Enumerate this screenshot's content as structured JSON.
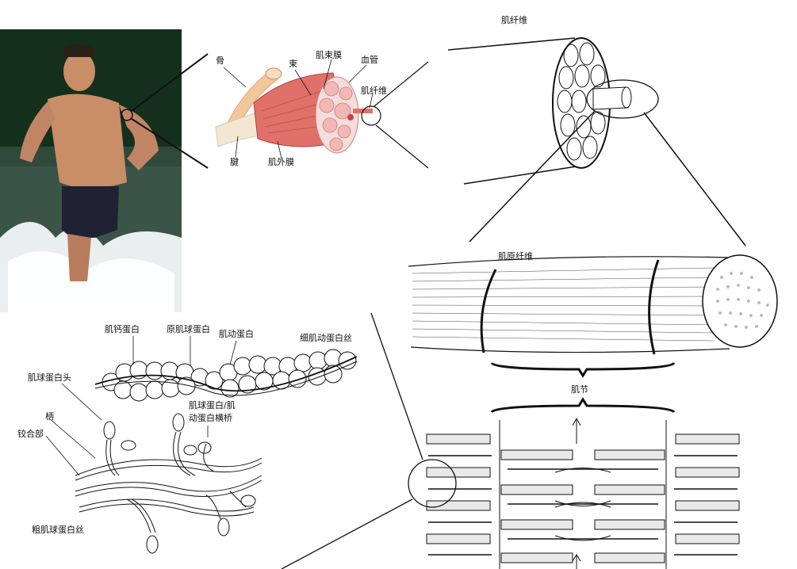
{
  "labels": {
    "bone": "骨",
    "fascicle": "束",
    "perimysium": "肌束膜",
    "blood_vessel": "血管",
    "muscle_fiber_small": "肌纤维",
    "tendon": "腱",
    "epimysium": "肌外膜",
    "muscle_fiber_title": "肌纤维",
    "myofibril": "肌原纤维",
    "sarcomere": "肌节",
    "troponin": "肌钙蛋白",
    "tropomyosin": "原肌球蛋白",
    "actin": "肌动蛋白",
    "thin_filament": "细肌动蛋白丝",
    "myosin_head": "肌球蛋白头",
    "handle": "柄",
    "hinge": "铰合部",
    "cross_bridge": "肌球蛋白/肌\n动蛋白横桥",
    "thick_filament": "粗肌球蛋白丝"
  },
  "colors": {
    "muscle": "#e0706a",
    "tendon": "#f0d8b0",
    "bone": "#f2c89a",
    "line": "#111111",
    "water_dark": "#1f3a2a",
    "trees": "#16301f",
    "skin": "#c98d68"
  }
}
